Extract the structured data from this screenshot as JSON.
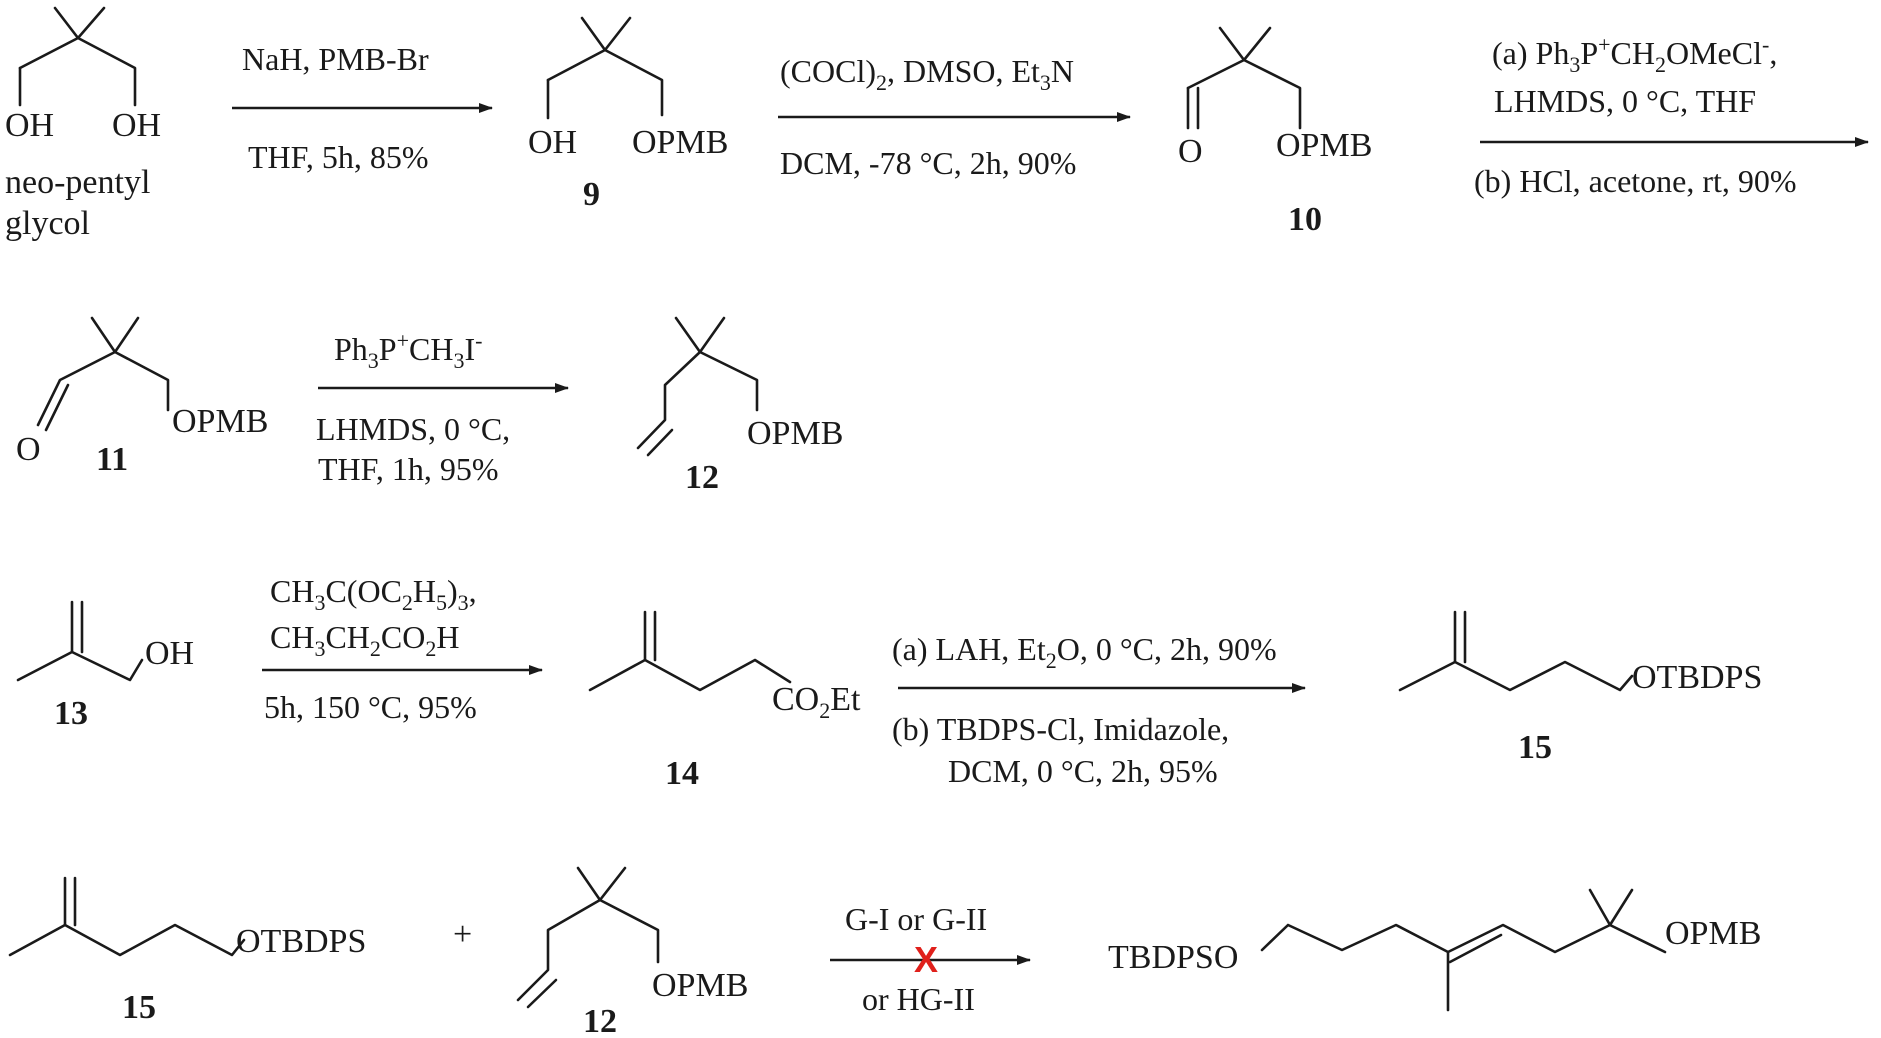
{
  "row1": {
    "start_label": "neo-pentyl\nglycol",
    "start_oh1": "OH",
    "start_oh2": "OH",
    "step1": {
      "above": "NaH, PMB-Br",
      "below": "THF, 5h, 85%"
    },
    "cpd9": {
      "oh": "OH",
      "opmb": "OPMB",
      "number": "9"
    },
    "step2": {
      "above": "(COCl)2, DMSO, Et3N",
      "below": "DCM, -78 °C, 2h, 90%"
    },
    "cpd10": {
      "o": "O",
      "opmb": "OPMB",
      "number": "10"
    },
    "step3": {
      "above1": "(a) Ph3P+CH2OMeCl-,",
      "above2": "LHMDS, 0 °C, THF",
      "below": "(b) HCl, acetone, rt, 90%"
    }
  },
  "row2": {
    "cpd11": {
      "o": "O",
      "opmb": "OPMB",
      "number": "11"
    },
    "step": {
      "above": "Ph3P+CH3I-",
      "below1": "LHMDS, 0 °C,",
      "below2": "THF, 1h, 95%"
    },
    "cpd12": {
      "opmb": "OPMB",
      "number": "12"
    }
  },
  "row3": {
    "cpd13": {
      "oh": "OH",
      "number": "13"
    },
    "step1": {
      "above1": "CH3C(OC2H5)3,",
      "above2": "CH3CH2CO2H",
      "below": "5h, 150 °C, 95%"
    },
    "cpd14": {
      "ester": "CO2Et",
      "number": "14"
    },
    "step2": {
      "above": "(a) LAH, Et2O, 0 °C, 2h, 90%",
      "below1": "(b) TBDPS-Cl, Imidazole,",
      "below2": "DCM, 0 °C, 2h, 95%"
    },
    "cpd15": {
      "otbdps": "OTBDPS",
      "number": "15"
    }
  },
  "row4": {
    "cpd15": {
      "otbdps": "OTBDPS",
      "number": "15"
    },
    "plus": "+",
    "cpd12": {
      "opmb": "OPMB",
      "number": "12"
    },
    "step": {
      "above": "G-I or G-II",
      "below": "or HG-II",
      "fail_mark": "X",
      "fail_color": "#e0201b"
    },
    "product": {
      "left": "TBDPSO",
      "right": "OPMB"
    }
  }
}
